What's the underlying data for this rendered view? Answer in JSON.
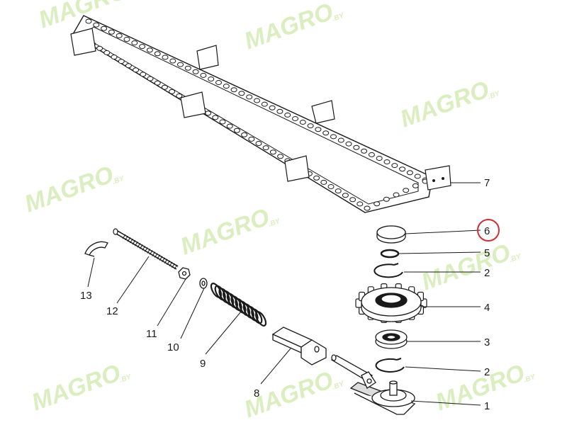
{
  "callouts": [
    {
      "id": "c1",
      "number": "1"
    },
    {
      "id": "c2a",
      "number": "2"
    },
    {
      "id": "c2b",
      "number": "2"
    },
    {
      "id": "c3",
      "number": "3"
    },
    {
      "id": "c4",
      "number": "4"
    },
    {
      "id": "c5",
      "number": "5"
    },
    {
      "id": "c6",
      "number": "6",
      "highlighted": true
    },
    {
      "id": "c7",
      "number": "7"
    },
    {
      "id": "c8",
      "number": "8"
    },
    {
      "id": "c9",
      "number": "9"
    },
    {
      "id": "c10",
      "number": "10"
    },
    {
      "id": "c11",
      "number": "11"
    },
    {
      "id": "c12",
      "number": "12"
    },
    {
      "id": "c13",
      "number": "13"
    }
  ],
  "watermark": {
    "brand": "MAGRO",
    "suffix": ".BY"
  },
  "colors": {
    "line": "#1a1a1a",
    "highlight_circle": "#d32f2f",
    "watermark": "#d6ecb8"
  }
}
